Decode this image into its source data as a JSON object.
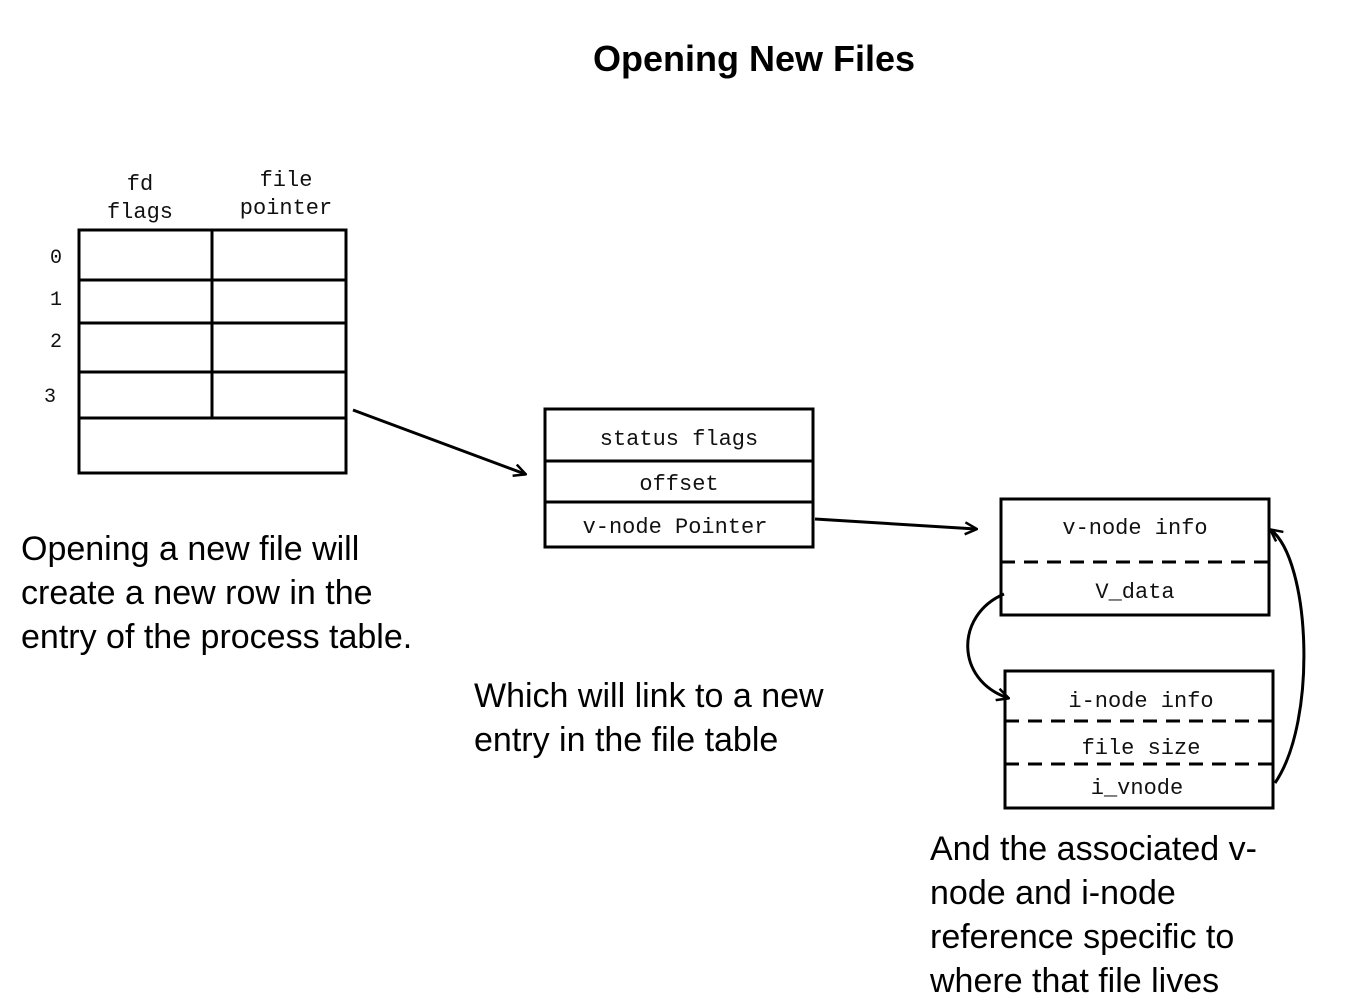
{
  "title": "Opening New Files",
  "process_table": {
    "col1_header_line1": "fd",
    "col1_header_line2": "flags",
    "col2_header_line1": "file",
    "col2_header_line2": "pointer",
    "row_indices": [
      "0",
      "1",
      "2",
      "3"
    ]
  },
  "file_table": {
    "rows": [
      "status flags",
      "offset",
      "v-node Pointer"
    ]
  },
  "vnode": {
    "rows": [
      "v-node info",
      "V_data"
    ]
  },
  "inode": {
    "rows": [
      "i-node info",
      "file size",
      "i_vnode"
    ]
  },
  "captions": {
    "process": "Opening a new file will\ncreate a new row in the\nentry of the process table.",
    "file_table": "Which will link to a new\nentry in the file table",
    "nodes": "And the associated v-\nnode and i-node\nreference specific to\nwhere that file lives"
  }
}
